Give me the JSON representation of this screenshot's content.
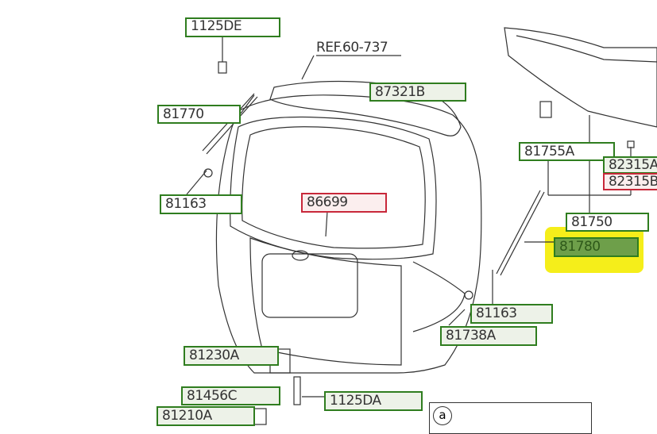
{
  "reference": "REF.60-737",
  "detail_marker": "a",
  "parts": {
    "p1125DE": "1125DE",
    "p87321B": "87321B",
    "p81770": "81770",
    "p81163_left": "81163",
    "p86699": "86699",
    "p81755A": "81755A",
    "p82315A": "82315A",
    "p82315B": "82315B",
    "p81750": "81750",
    "p81780": "81780",
    "p81163_right": "81163",
    "p81738A": "81738A",
    "p81230A": "81230A",
    "p81456C": "81456C",
    "p1125DA": "1125DA",
    "p81210A": "81210A"
  },
  "colors": {
    "label_border": "#2f7d1f",
    "alert_border": "#c8283a",
    "highlight": "#f5ee1a"
  }
}
